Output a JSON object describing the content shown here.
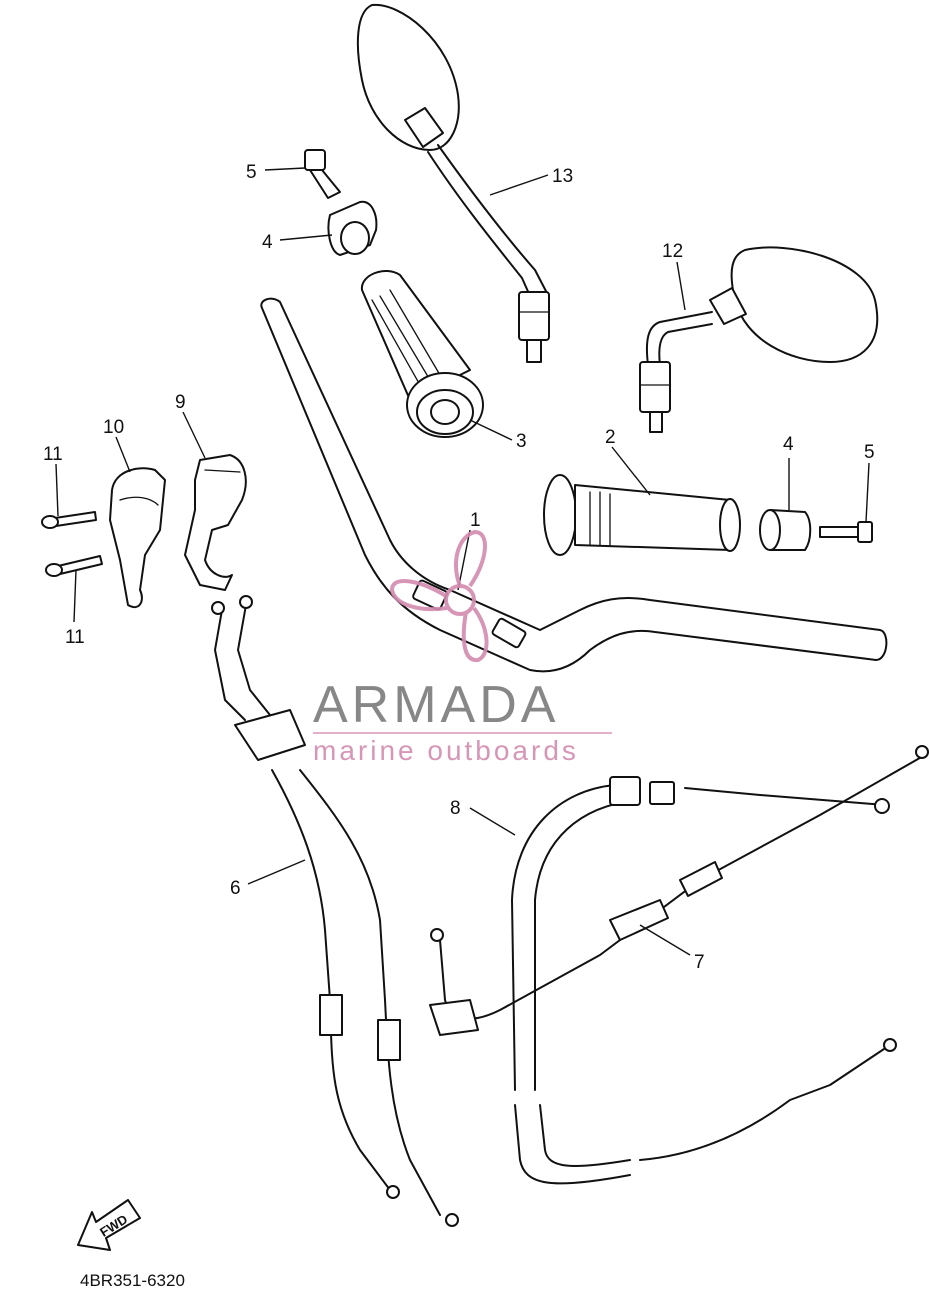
{
  "diagram": {
    "callouts": [
      "1",
      "2",
      "3",
      "4",
      "4",
      "5",
      "5",
      "6",
      "7",
      "8",
      "9",
      "10",
      "11",
      "11",
      "12",
      "13"
    ],
    "part_code": "4BR351-6320",
    "fwd_label": "FWD"
  },
  "watermark": {
    "brand": "ARMADA",
    "tagline": "marine outboards",
    "brand_color": "#7b7b7b",
    "accent_color": "#d48bb0"
  }
}
